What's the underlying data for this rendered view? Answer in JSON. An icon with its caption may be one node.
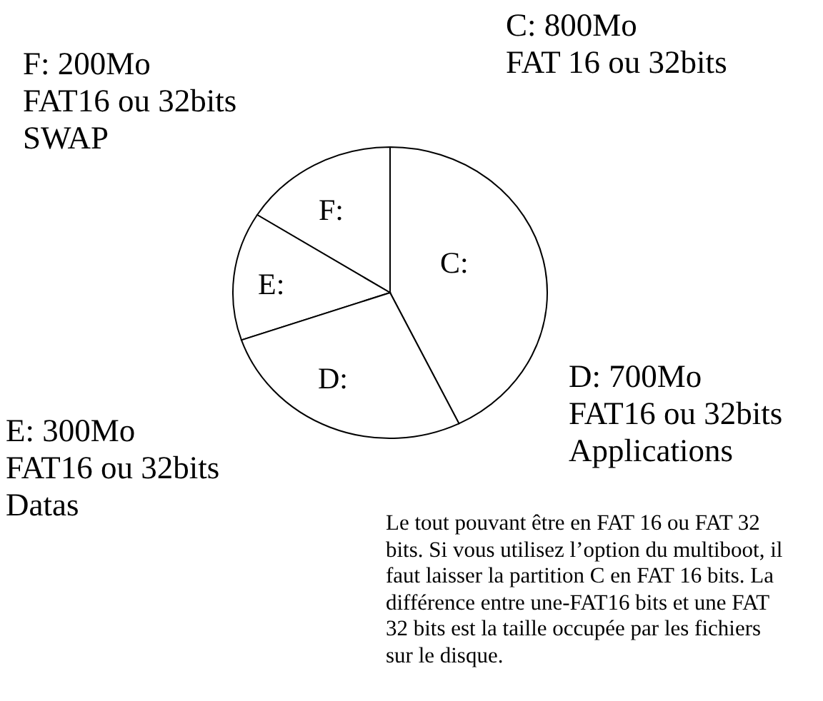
{
  "diagram": {
    "nodes": [
      {
        "text": [
          "F:"
        ],
        "beside": [
          "F: 200Mo",
          "FAT16 ou 32bits",
          "SWAP"
        ]
      },
      {
        "text": [
          "C:"
        ],
        "beside": [
          "C: 800Mo",
          "FAT 16 ou 32bits"
        ]
      },
      {
        "text": [
          "E:"
        ],
        "beside": [
          "E: 300Mo",
          "FAT16 ou 32bits",
          "Datas"
        ]
      },
      {
        "text": [
          "D:"
        ],
        "beside": [
          "D: 700Mo",
          "FAT16 ou 32bits",
          "Applications"
        ]
      }
    ],
    "edges": [],
    "labels": [
      "Le tout pouvant être en FAT 16 ou FAT 32 bits. Si vous utilisez l’option du multiboot, il faut laisser la partition C en FAT 16 bits. La différence entre une-FAT16 bits et une FAT 32 bits est la taille occupée par les fichiers sur le disque."
    ]
  }
}
